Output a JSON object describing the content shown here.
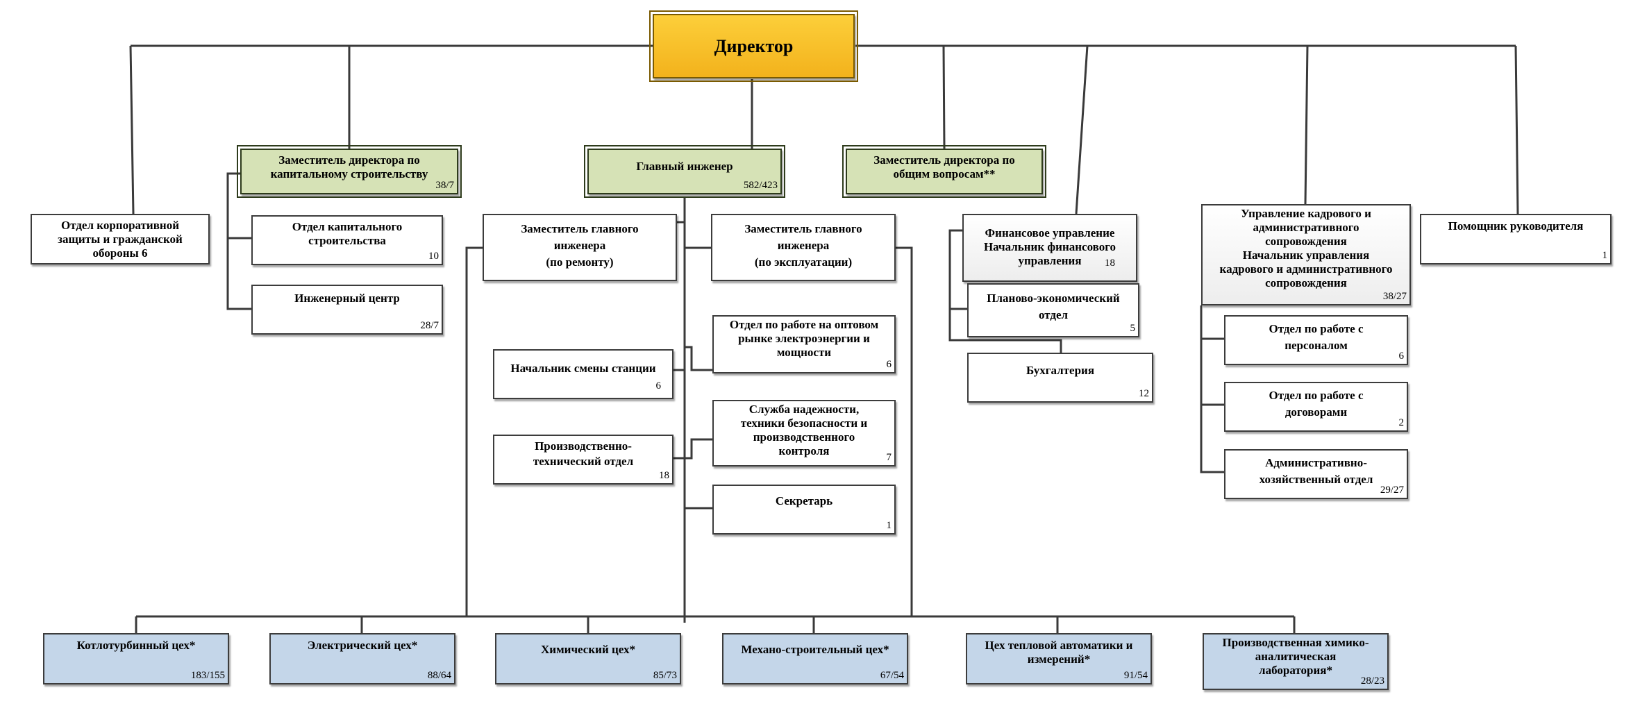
{
  "org_chart": {
    "director": {
      "label": "Директор"
    },
    "deputy_construction": {
      "label": "Заместитель директора по\nкапитальному строительству",
      "count": "38/7"
    },
    "chief_engineer": {
      "label": "Главный инженер",
      "count": "582/423"
    },
    "deputy_general": {
      "label": "Заместитель директора по\nобщим вопросам**"
    },
    "civil_defense": {
      "label": "Отдел корпоративной\nзащиты и гражданской\nобороны   6"
    },
    "capital_construction": {
      "label": "Отдел капитального\nстроительства",
      "count": "10"
    },
    "engineering_center": {
      "label": "Инженерный центр",
      "count": "28/7"
    },
    "deputy_ce_repair": {
      "label": "Заместитель главного\nинженера\n(по ремонту)"
    },
    "deputy_ce_operation": {
      "label": "Заместитель главного\nинженера\n(по эксплуатации)"
    },
    "shift_head": {
      "label": "Начальник смены станции",
      "count": "6"
    },
    "production_technical": {
      "label": "Производственно-\nтехнический отдел",
      "count": "18"
    },
    "wholesale_market": {
      "label": "Отдел по работе на оптовом\nрынке электроэнергии и\nмощности",
      "count": "6"
    },
    "reliability_safety": {
      "label": "Служба надежности,\nтехники безопасности и\nпроизводственного\nконтроля",
      "count": "7"
    },
    "secretary": {
      "label": "Секретарь",
      "count": "1"
    },
    "finance_dept": {
      "label": "Финансовое управление\nНачальник финансового\nуправления",
      "count": "18"
    },
    "planning_economic": {
      "label": "Планово-экономический\nотдел",
      "count": "5"
    },
    "accounting": {
      "label": "Бухгалтерия",
      "count": "12"
    },
    "hr_admin": {
      "label": "Управление кадрового и\nадминистративного\nсопровождения\nНачальник управления\nкадрового и административного\nсопровождения",
      "count": "38/27"
    },
    "personnel": {
      "label": "Отдел по работе с\nперсоналом",
      "count": "6"
    },
    "contracts": {
      "label": "Отдел по работе с\nдоговорами",
      "count": "2"
    },
    "admin_household": {
      "label": "Административно-\nхозяйственный отдел",
      "count": "29/27"
    },
    "manager_assistant": {
      "label": "Помощник руководителя",
      "count": "1"
    },
    "shops": [
      {
        "label": "Котлотурбинный цех*",
        "count": "183/155"
      },
      {
        "label": "Электрический цех*",
        "count": "88/64"
      },
      {
        "label": "Химический цех*",
        "count": "85/73"
      },
      {
        "label": "Механо-строительный цех*",
        "count": "67/54"
      },
      {
        "label": "Цех тепловой автоматики и\nизмерений*",
        "count": "91/54"
      },
      {
        "label": "Производственная химико-\nаналитическая\nлаборатория*",
        "count": "28/23"
      }
    ]
  }
}
